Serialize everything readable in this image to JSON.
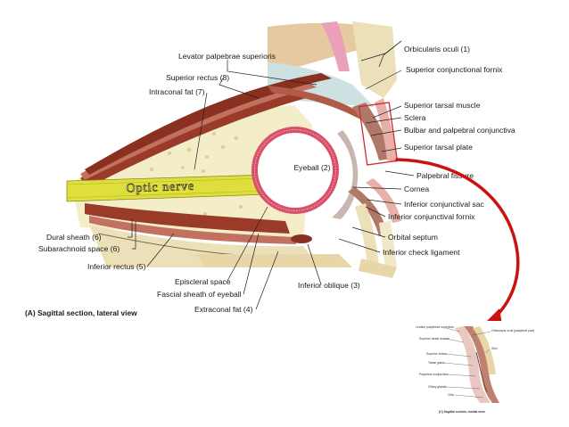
{
  "main_diagram": {
    "caption": "(A) Sagittal section, lateral view",
    "center_label": "Eyeball (2)",
    "nerve_label": "Optic nerve",
    "labels_right": [
      "Orbicularis oculi (1)",
      "Superior conjunctional fornix",
      "Superior tarsal muscle",
      "Sclera",
      "Bulbar and palpebral conjunctiva",
      "Superior tarsal plate",
      "Palpebral fissure",
      "Cornea",
      "Inferior conjunctival sac",
      "Inferior conjunctival fornix",
      "Orbital septum",
      "Inferior check ligament"
    ],
    "labels_top": [
      "Levator palpebrae superioris",
      "Superior rectus (8)",
      "Intraconal fat (7)"
    ],
    "labels_left": [
      "Dural sheath (6)",
      "Subarachnoid space (6)",
      "Inferior rectus (5)"
    ],
    "labels_bottom": [
      "Episcleral space",
      "Fascial sheath of eyeball",
      "Extraconal fat (4)",
      "Inferior oblique (3)"
    ]
  },
  "inset_diagram": {
    "caption": "(C) Sagittal section, medial view",
    "labels_left": [
      "Levator palpebrae superioris",
      "Superior tarsal muscle",
      "Superior rectus",
      "Tarsal gland",
      "Palpebral conjunctiva",
      "Ciliary glands",
      "Cilia"
    ],
    "labels_right": [
      "Orbicularis oculi (palpebral part)",
      "Skin"
    ]
  },
  "colors": {
    "optic_nerve": "#dede3c",
    "fat": "#f4eec8",
    "muscle": "#9a3a28",
    "sclera_ring": "#d9506a",
    "pointer_arrow": "#cc1111",
    "skin": "#e8b0a8"
  }
}
